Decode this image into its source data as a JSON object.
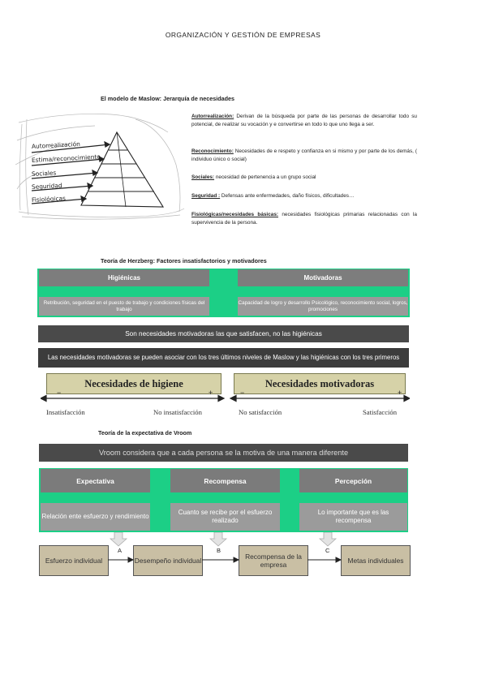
{
  "header": {
    "title": "ORGANIZACIÓN Y GESTIÓN DE EMPRESAS"
  },
  "maslow": {
    "title": "El modelo de Maslow: Jerarquía de necesidades",
    "pyramid_labels": [
      "Autorrealización",
      "Estima/reconocimiento",
      "Sociales",
      "Seguridad",
      "Fisiológicas"
    ],
    "items": [
      {
        "term": "Autorrealización:",
        "text": " Derivan de la búsqueda por parte de las personas de desarrollar todo su potencial, de realizar su vocación y e convertirse en todo lo que uno llega a ser."
      },
      {
        "term": "Reconocimiento:",
        "text": " Necesidades de e respeto y confianza en si mismo y por parte de los demás, ( individuo único o social)"
      },
      {
        "term": "Sociales:",
        "text": " necesidad de pertenencia a un grupo social"
      },
      {
        "term": "Seguridad :",
        "text": " Defensas ante enfermedades, daño físicos, dificultades…"
      },
      {
        "term": "Fisiológicas/necesidades básicas:",
        "text": " necesidades fisiológicas primarias relacionadas con la supervivencia de la persona."
      }
    ]
  },
  "herzberg": {
    "title": "Teoría de Herzberg: Factores insatisfactorios y motivadores",
    "col1_head": "Higiénicas",
    "col2_head": "Motivadoras",
    "col1_sub": "Retribución, seguridad en el puesto de trabajo y condiciones físicas del trabajo",
    "col2_sub": "Capacidad de logro y desarrollo Psicológico, reconocimiento social, logros, promociones",
    "bar1": "Son necesidades motivadoras las que satisfacen, no las higiénicas",
    "bar2": "Las necesidades motivadoras se pueden asociar con los tres últimos niveles de Maslow y las higiénicas con los tres primeros",
    "box1": "Necesidades de higiene",
    "box2": "Necesidades motivadoras",
    "minus": "−",
    "plus": "+",
    "lbl_insat": "Insatisfacción",
    "lbl_no_insat": "No insatisfacción",
    "lbl_no_sat": "No satisfacción",
    "lbl_sat": "Satisfacción"
  },
  "vroom": {
    "title": "Teoría de la expectativa de Vroom",
    "bar": "Vroom considera que a cada persona se la motiva de una manera diferente",
    "heads": [
      "Expectativa",
      "Recompensa",
      "Percepción"
    ],
    "subs": [
      "Relación ente esfuerzo y rendimiento",
      "Cuanto se recibe por el esfuerzo realizado",
      "Lo importante que es las recompensa"
    ],
    "flow": [
      "Esfuerzo individual",
      "Desempeño individual",
      "Recompensa de la empresa",
      "Metas individuales"
    ],
    "letters": [
      "A",
      "B",
      "C"
    ]
  },
  "colors": {
    "green": "#1ccf86",
    "grey": "#7d7d7d",
    "dark": "#4a4a4a",
    "khaki": "#d6d2a8",
    "tan": "#c9bfa4"
  }
}
